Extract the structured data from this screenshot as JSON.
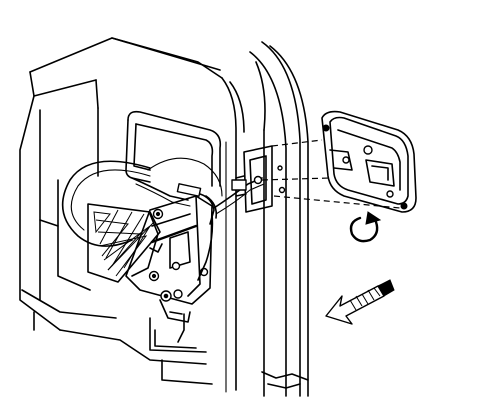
{
  "diagram": {
    "stroke_color": "#000000",
    "background_color": "#ffffff",
    "parts": [
      "vehicle-body-panel",
      "door-frame",
      "fuel-door-housing",
      "fuel-door-release-cable",
      "release-lever-mechanism",
      "fuel-filler-door",
      "rotation-direction-icon",
      "removal-direction-arrow-icon"
    ]
  }
}
